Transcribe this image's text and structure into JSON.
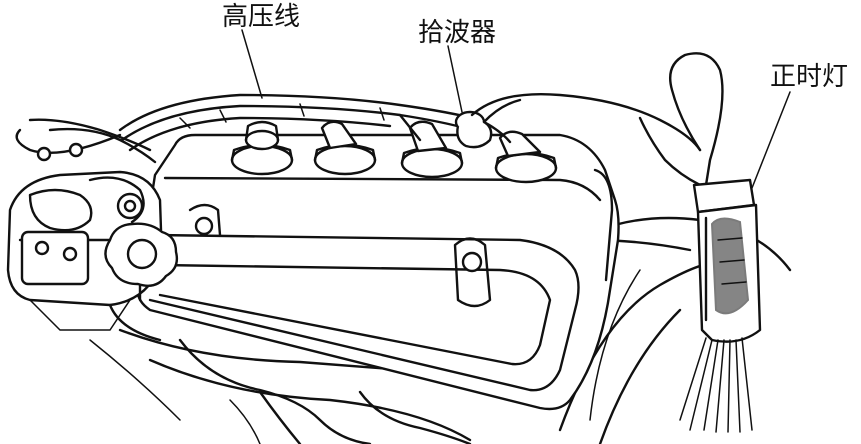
{
  "figure": {
    "labels": {
      "high_voltage_wire": "高压线",
      "pickup": "拾波器",
      "timing_light": "正时灯"
    }
  }
}
